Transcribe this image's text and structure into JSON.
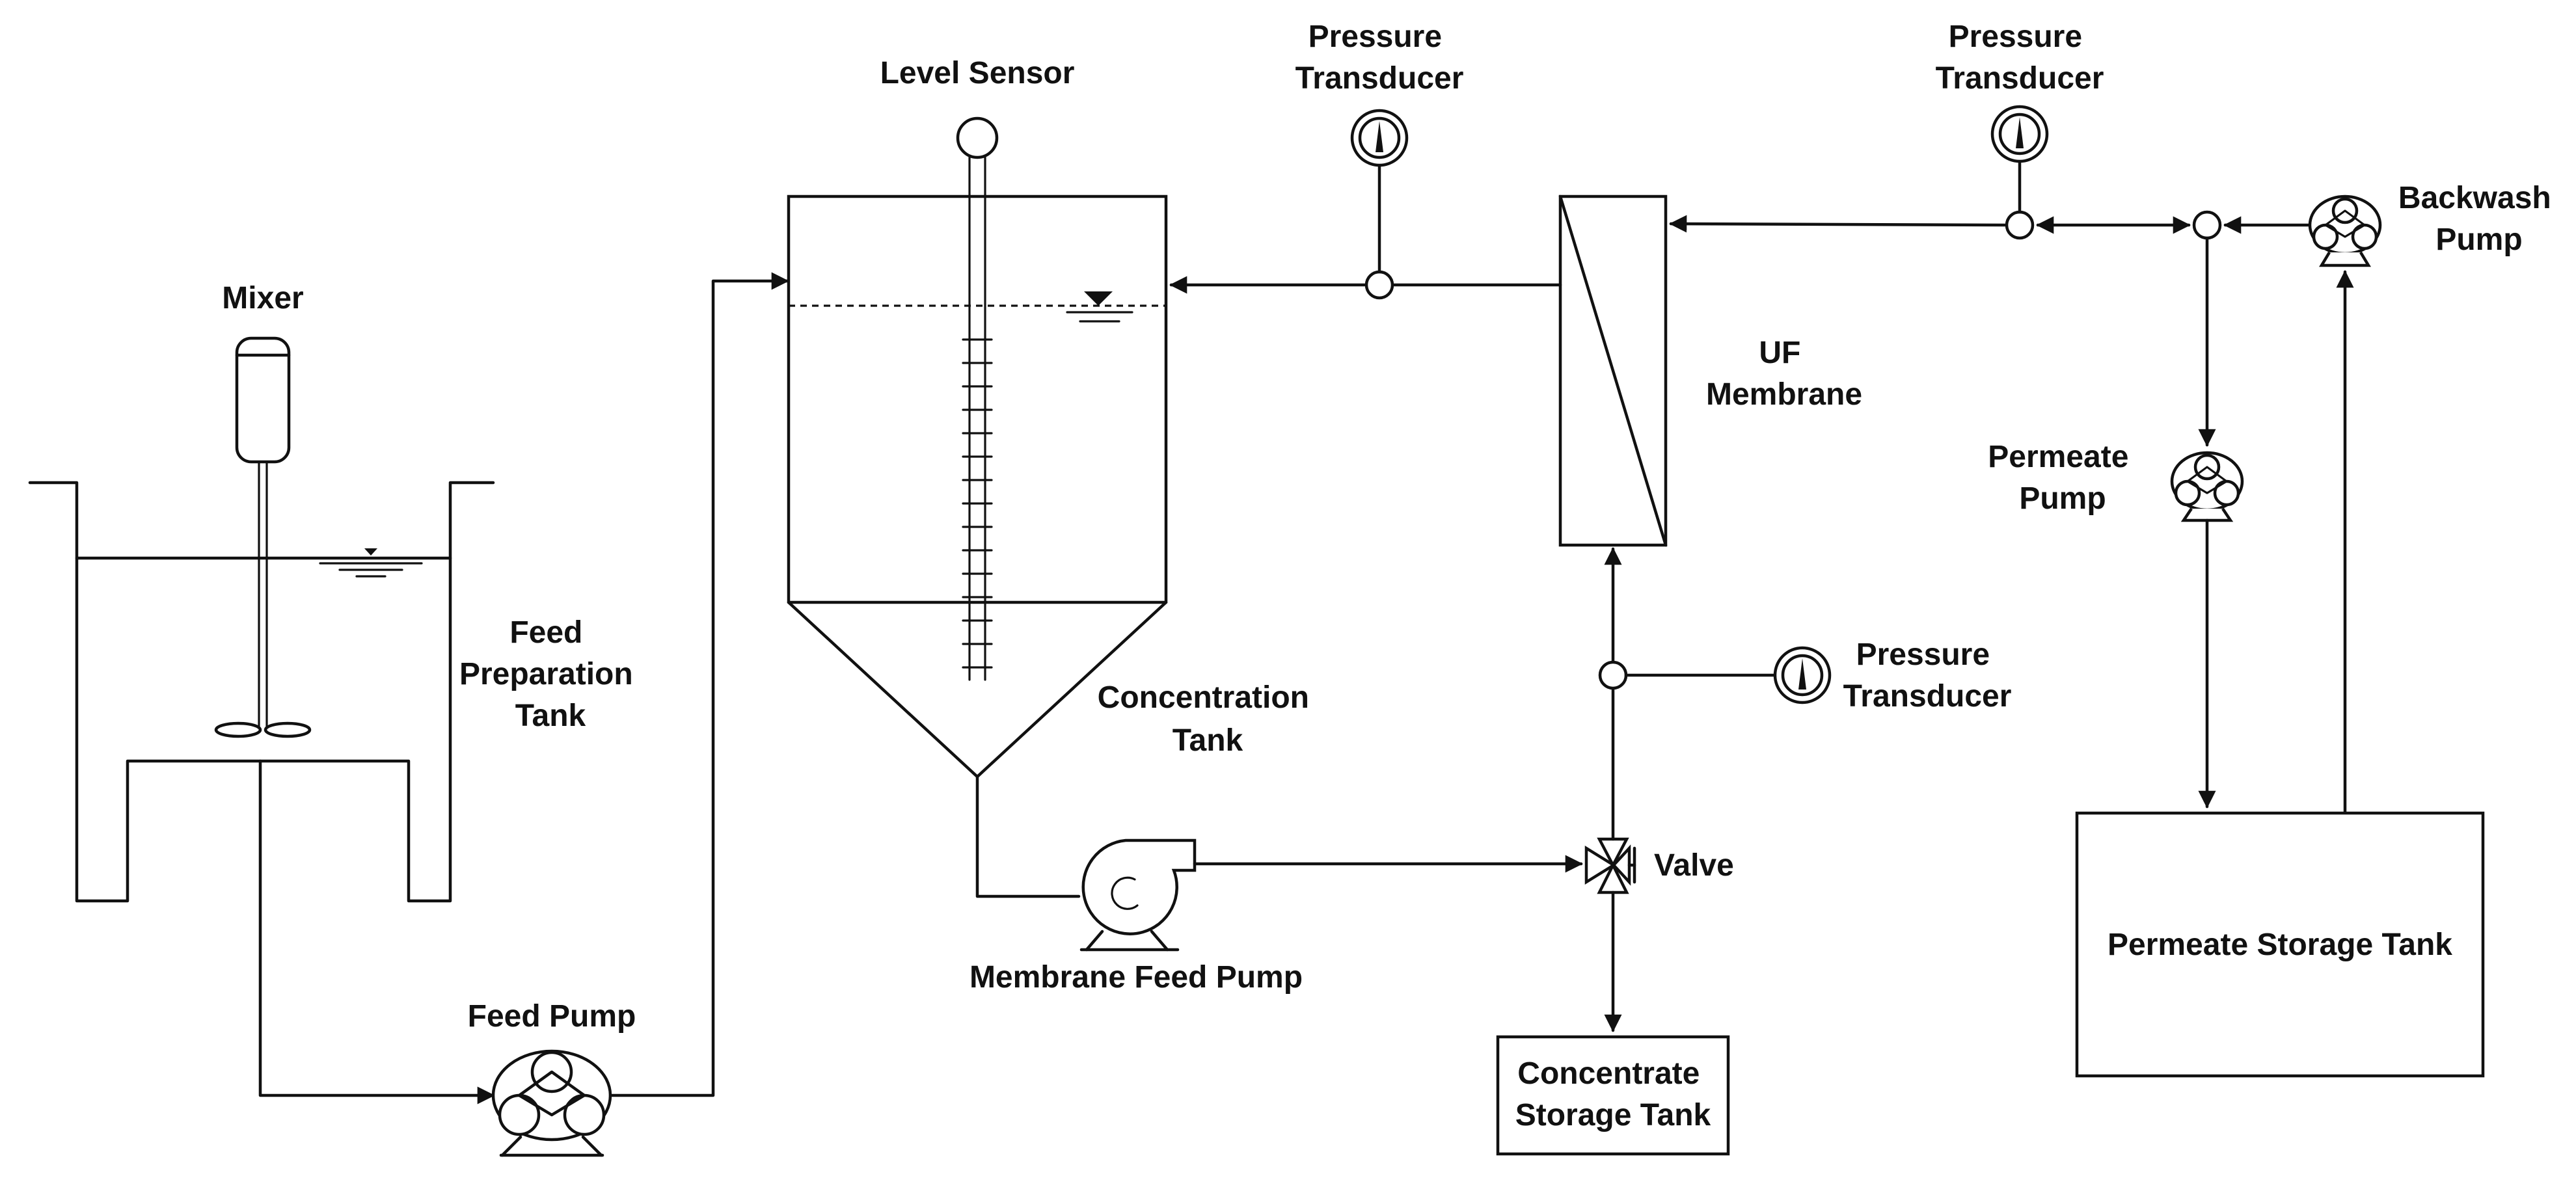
{
  "labels": {
    "mixer": "Mixer",
    "feed_tank": [
      "Feed",
      "Preparation",
      "Tank"
    ],
    "feed_pump": "Feed Pump",
    "level_sensor": "Level Sensor",
    "concentration_tank": [
      "Concentration",
      "Tank"
    ],
    "membrane_feed_pump": "Membrane Feed Pump",
    "pressure_transducer_top_left": [
      "Pressure",
      "Transducer"
    ],
    "pressure_transducer_top_right": [
      "Pressure",
      "Transducer"
    ],
    "pressure_transducer_mid": [
      "Pressure",
      "Transducer"
    ],
    "uf_membrane": [
      "UF",
      "Membrane"
    ],
    "backwash_pump": [
      "Backwash",
      "Pump"
    ],
    "permeate_pump": [
      "Permeate",
      "Pump"
    ],
    "valve": "Valve",
    "concentrate_tank": [
      "Concentrate",
      "Storage Tank"
    ],
    "permeate_tank": "Permeate Storage Tank"
  },
  "colors": {
    "stroke": "#111111",
    "background": "#ffffff"
  },
  "icons": [
    "mixer-icon",
    "peristaltic-pump-icon",
    "centrifugal-pump-icon",
    "pressure-gauge-icon",
    "valve-icon",
    "level-sensor-icon",
    "water-level-icon"
  ]
}
